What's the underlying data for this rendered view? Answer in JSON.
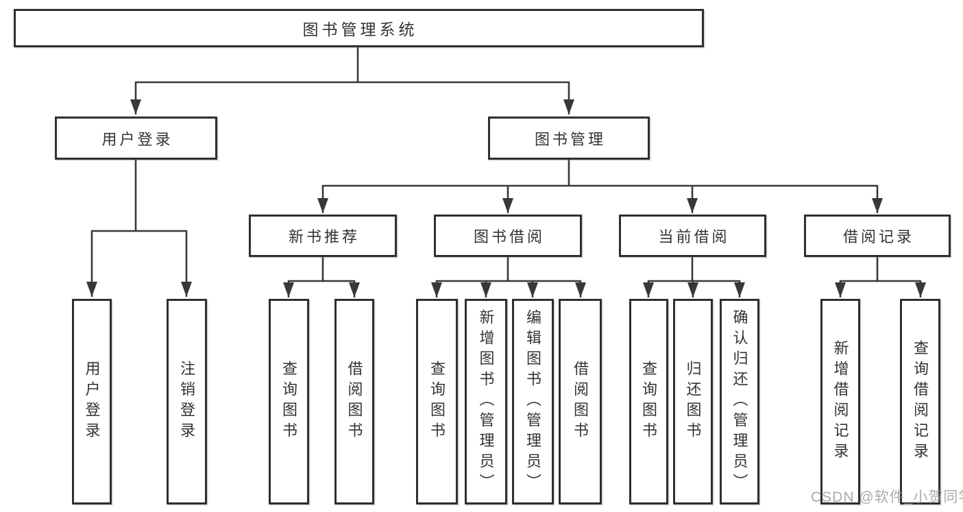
{
  "diagram": {
    "line_color": "#383838",
    "nodes": {
      "root": {
        "label": "图书管理系统"
      },
      "user_login": {
        "label": "用户登录"
      },
      "book_management": {
        "label": "图书管理"
      },
      "new_book_rec": {
        "label": "新书推荐"
      },
      "book_borrow": {
        "label": "图书借阅"
      },
      "current_borrow": {
        "label": "当前借阅"
      },
      "borrow_record": {
        "label": "借阅记录"
      },
      "leaf_user_login": {
        "label": "用户登录"
      },
      "leaf_logout": {
        "label": "注销登录"
      },
      "leaf_rec_query_book": {
        "label": "查询图书"
      },
      "leaf_rec_borrow_book": {
        "label": "借阅图书"
      },
      "leaf_bb_query_book": {
        "label": "查询图书"
      },
      "leaf_bb_add_book": {
        "label": "新增图书（管理员）"
      },
      "leaf_bb_edit_book": {
        "label": "编辑图书（管理员）"
      },
      "leaf_bb_borrow_book": {
        "label": "借阅图书"
      },
      "leaf_cb_query_book": {
        "label": "查询图书"
      },
      "leaf_cb_return_book": {
        "label": "归还图书"
      },
      "leaf_cb_confirm_return": {
        "label": "确认归还（管理员）"
      },
      "leaf_br_add_record": {
        "label": "新增借阅记录"
      },
      "leaf_br_query_record": {
        "label": "查询借阅记录"
      }
    }
  },
  "watermark": {
    "text": "CSDN @软件_小贺同学"
  }
}
